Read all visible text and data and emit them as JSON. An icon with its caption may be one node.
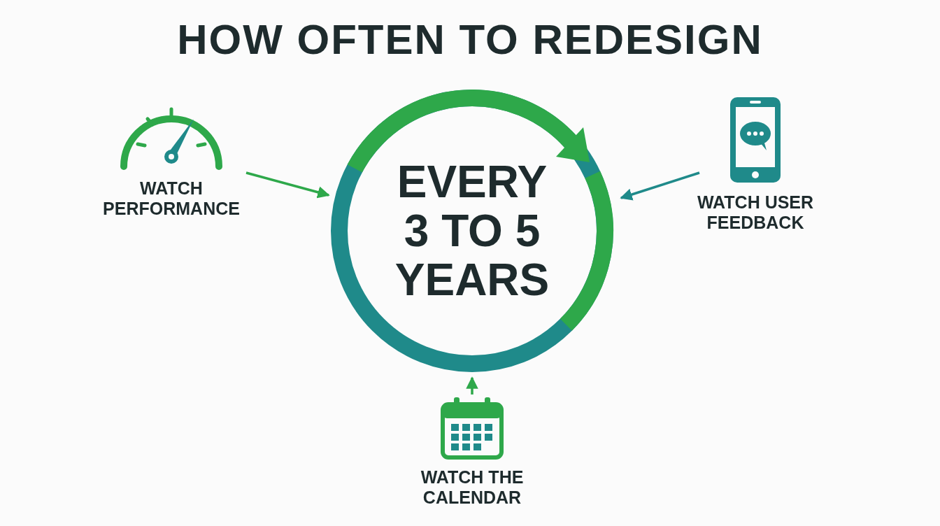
{
  "diagram": {
    "title": "HOW OFTEN TO REDESIGN",
    "nodes": [
      {
        "text": [
          "EVERY 3 TO 5 YEARS"
        ]
      },
      {
        "text": [
          "WATCH PERFORMANCE"
        ]
      },
      {
        "text": [
          "WATCH USER FEEDBACK"
        ]
      },
      {
        "text": [
          "WATCH THE CALENDAR"
        ]
      }
    ],
    "edges": [
      {
        "from": 1,
        "to": 0,
        "arrow": "to"
      },
      {
        "from": 2,
        "to": 0,
        "arrow": "to",
        "color": "#1f8a8a"
      },
      {
        "from": 3,
        "to": 0,
        "arrow": "to"
      }
    ]
  }
}
